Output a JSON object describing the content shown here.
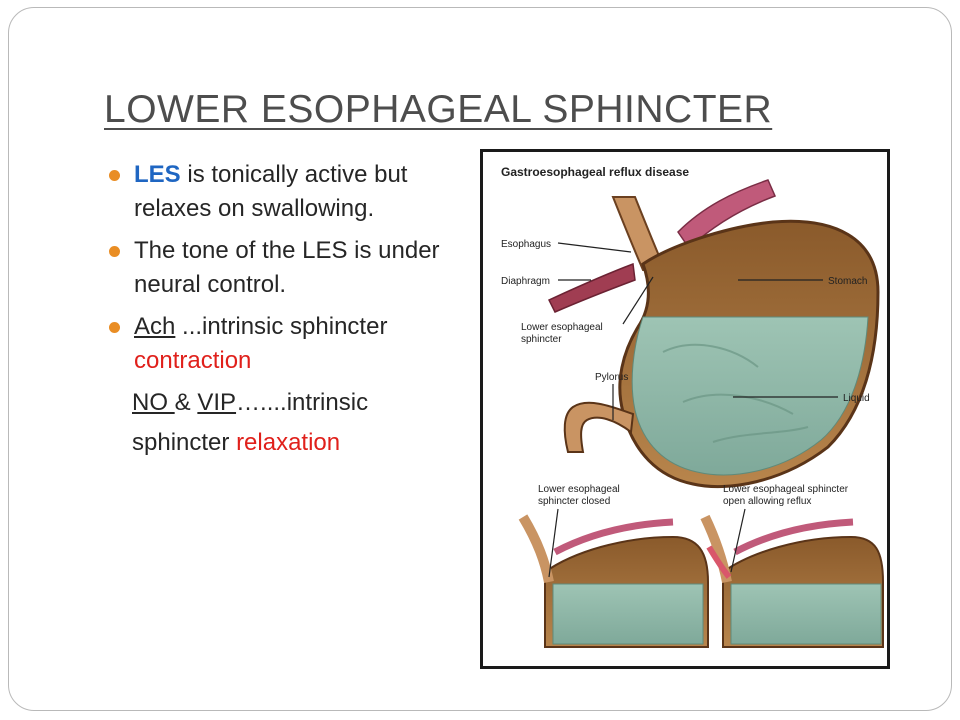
{
  "slide": {
    "title": "LOWER ESOPHAGEAL SPHINCTER",
    "bullets": [
      {
        "strong": "LES",
        "rest": " is tonically active but relaxes on swallowing."
      },
      {
        "text": "The tone of the LES is under neural control."
      },
      {
        "strong": "Ach",
        "mid": " ...intrinsic sphincter ",
        "accent": "contraction"
      }
    ],
    "line_no": {
      "no": "NO ",
      "amp": "& ",
      "vip": "VIP",
      "rest": "…....intrinsic"
    },
    "line_relax": {
      "prefix": "sphincter ",
      "accent": "relaxation"
    },
    "colors": {
      "bullet_dot": "#e98d24",
      "highlight_blue": "#1f66c2",
      "highlight_red": "#e0201b"
    }
  },
  "figure": {
    "title": "Gastroesophageal reflux disease",
    "labels": {
      "esophagus": "Esophagus",
      "diaphragm": "Diaphragm",
      "les_1": "Lower esophageal",
      "les_2": "sphincter",
      "stomach": "Stomach",
      "pylorus": "Pylorus",
      "liquid": "Liquid",
      "closed_1": "Lower esophageal",
      "closed_2": "sphincter closed",
      "open_1": "Lower esophageal sphincter",
      "open_2": "open allowing reflux"
    }
  }
}
